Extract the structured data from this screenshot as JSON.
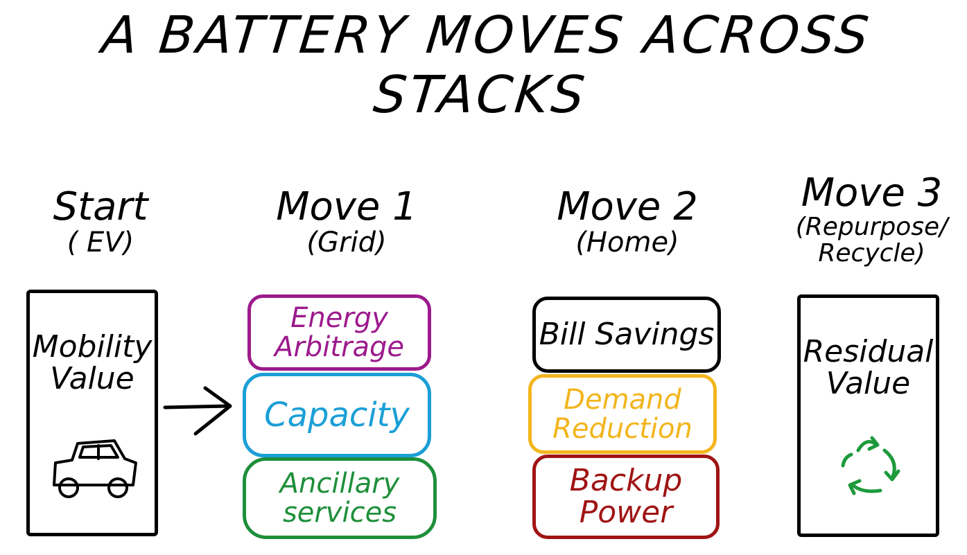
{
  "title": "A BATTERY MOVES ACROSS STACKS",
  "columns": {
    "start": {
      "heading": "Start",
      "subheading": "( EV)",
      "box": [
        "Mobility",
        "Value"
      ],
      "icon": "car-icon"
    },
    "move1": {
      "heading": "Move 1",
      "subheading": "(Grid)"
    },
    "move2": {
      "heading": "Move 2",
      "subheading": "(Home)"
    },
    "move3": {
      "heading": "Move 3",
      "subheading_line1": "(Repurpose/",
      "subheading_line2": "Recycle)",
      "box": [
        "Residual",
        "Value"
      ],
      "icon": "recycle-icon"
    }
  },
  "stacks": {
    "grid": [
      {
        "lines": [
          "Energy",
          "Arbitrage"
        ],
        "color": "#9c1a8c"
      },
      {
        "lines": [
          "Capacity"
        ],
        "color": "#1a9fd6"
      },
      {
        "lines": [
          "Ancillary",
          "services"
        ],
        "color": "#1e8f3a"
      }
    ],
    "home": [
      {
        "lines": [
          "Bill Savings"
        ],
        "color": "#000000"
      },
      {
        "lines": [
          "Demand",
          "Reduction"
        ],
        "color": "#f2b51c"
      },
      {
        "lines": [
          "Backup",
          "Power"
        ],
        "color": "#a01414"
      }
    ]
  },
  "colors": {
    "ink": "#000000",
    "recycle": "#1e9a3c"
  }
}
